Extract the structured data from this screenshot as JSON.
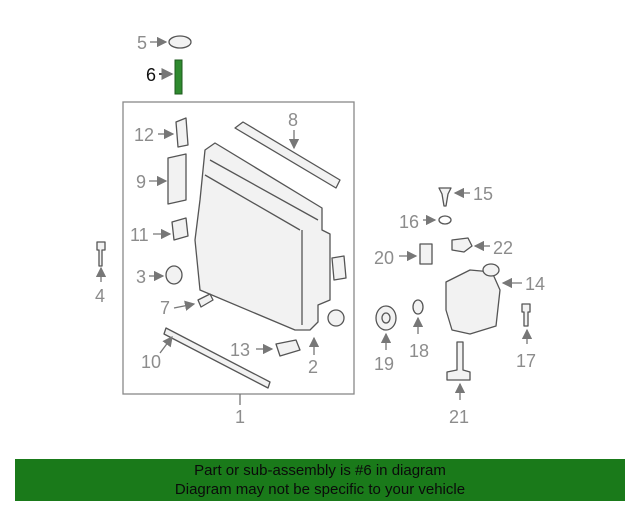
{
  "callouts": {
    "c1": "1",
    "c2": "2",
    "c3": "3",
    "c4": "4",
    "c5": "5",
    "c6": "6",
    "c7": "7",
    "c8": "8",
    "c9": "9",
    "c10": "10",
    "c11": "11",
    "c12": "12",
    "c13": "13",
    "c14": "14",
    "c15": "15",
    "c16": "16",
    "c17": "17",
    "c18": "18",
    "c19": "19",
    "c20": "20",
    "c21": "21",
    "c22": "22"
  },
  "highlight_color": "#2f8a2f",
  "footer": {
    "line1": "Part or sub-assembly is #6 in diagram",
    "line2": "Diagram may not be specific to your vehicle",
    "background": "#1a7a1a"
  }
}
